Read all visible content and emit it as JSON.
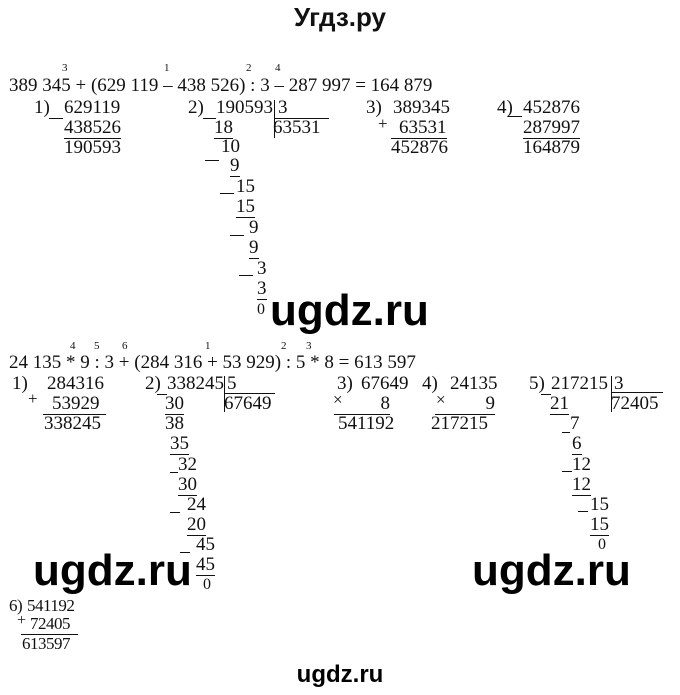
{
  "header": {
    "title": "Угдз.ру"
  },
  "watermarks": [
    "ugdz.ru",
    "ugdz.ru",
    "ugdz.ru",
    "ugdz.ru"
  ],
  "problem1": {
    "expression": "389 345 + (629 119 – 438 526) : 3 – 287 997 = 164 879",
    "order_marks": [
      "3",
      "1",
      "2",
      "4"
    ],
    "step1": {
      "label": "1)",
      "a": "629119",
      "b": "438526",
      "result": "190593",
      "op": "–"
    },
    "step2": {
      "label": "2)",
      "dividend": "190593",
      "divisor": "3",
      "quotient": "63531",
      "lines": [
        "18",
        "10",
        "9",
        "15",
        "15",
        "9",
        "9",
        "3",
        "3",
        "0"
      ]
    },
    "step3": {
      "label": "3)",
      "a": "389345",
      "b": "63531",
      "result": "452876",
      "op": "+"
    },
    "step4": {
      "label": "4)",
      "a": "452876",
      "b": "287997",
      "result": "164879",
      "op": "–"
    }
  },
  "problem2": {
    "expression": "24 135 * 9 : 3 + (284 316 + 53 929) : 5 * 8 = 613 597",
    "order_marks": [
      "4",
      "5",
      "6",
      "1",
      "2",
      "3"
    ],
    "step1": {
      "label": "1)",
      "a": "284316",
      "b": "53929",
      "result": "338245",
      "op": "+"
    },
    "step2": {
      "label": "2)",
      "dividend": "338245",
      "divisor": "5",
      "quotient": "67649",
      "lines": [
        "30",
        "38",
        "35",
        "32",
        "30",
        "24",
        "20",
        "45",
        "45",
        "0"
      ]
    },
    "step3": {
      "label": "3)",
      "a": "67649",
      "b": "8",
      "result": "541192",
      "op": "×"
    },
    "step4": {
      "label": "4)",
      "a": "24135",
      "b": "9",
      "result": "217215",
      "op": "×"
    },
    "step5": {
      "label": "5)",
      "dividend": "217215",
      "divisor": "3",
      "quotient": "72405",
      "lines": [
        "21",
        "7",
        "6",
        "12",
        "12",
        "15",
        "15",
        "0"
      ]
    },
    "step6": {
      "label": "6)",
      "a": "541192",
      "b": "72405",
      "result": "613597",
      "op": "+"
    }
  }
}
